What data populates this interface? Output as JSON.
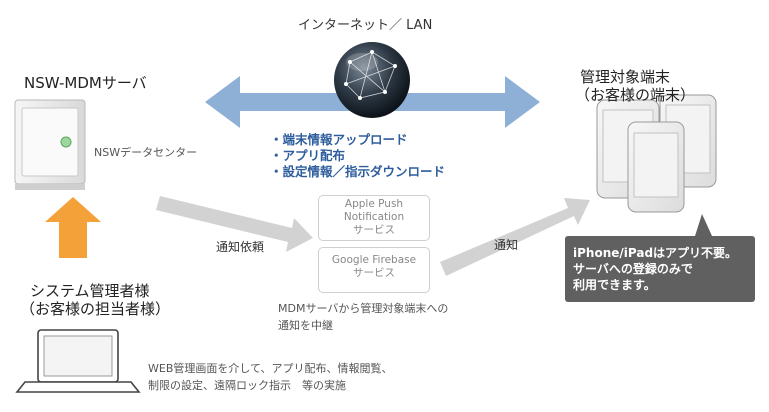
{
  "network_label": "インターネット／ LAN",
  "server": {
    "title": "NSW-MDMサーバ",
    "datacenter": "NSWデータセンター"
  },
  "devices": {
    "title": "管理対象端末",
    "subtitle": "（お客様の端末）"
  },
  "features": [
    "・端末情報アップロード",
    "・アプリ配布",
    "・設定情報／指示ダウンロード"
  ],
  "services": {
    "apple_line1": "Apple Push",
    "apple_line2": "Notification",
    "apple_line3": "サービス",
    "google_line1": "Google Firebase",
    "google_line2": "サービス"
  },
  "relay_request": "通知依頼",
  "notify": "通知",
  "relay_note_line1": "MDMサーバから管理対象端末への",
  "relay_note_line2": "通知を中継",
  "callout": {
    "line1": "iPhone/iPadはアプリ不要。",
    "line2": "サーバへの登録のみで",
    "line3": "利用できます。"
  },
  "admin": {
    "title": "システム管理者様",
    "subtitle": "（お客様の担当者様）"
  },
  "admin_desc_line1": "WEB管理画面を介して、アプリ配布、情報閲覧、",
  "admin_desc_line2": "制限の設定、遠隔ロック指示　等の実施",
  "colors": {
    "blue_arrow": "#8fb0d6",
    "orange_arrow": "#f5a13a",
    "gray_arrow": "#d2d2d2",
    "callout_bg": "#606060",
    "feature_text": "#2d5d9c"
  }
}
